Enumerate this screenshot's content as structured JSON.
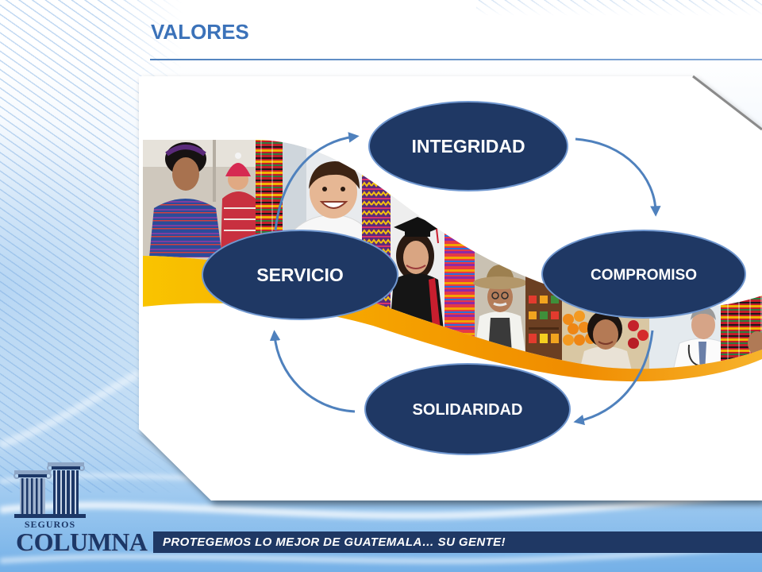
{
  "slide": {
    "title": "VALORES",
    "footer_text": "PROTEGEMOS LO MEJOR DE GUATEMALA… SU GENTE!"
  },
  "logo": {
    "line1": "SEGUROS",
    "line2": "COLUMNA"
  },
  "diagram": {
    "nodes": [
      {
        "label": "INTEGRIDAD"
      },
      {
        "label": "COMPROMISO"
      },
      {
        "label": "SOLIDARIDAD"
      },
      {
        "label": "SERVICIO"
      }
    ],
    "edges": [
      [
        0,
        1
      ],
      [
        1,
        2
      ],
      [
        2,
        3
      ],
      [
        3,
        0
      ]
    ]
  },
  "icons": {
    "logo_mark": "columns-icon"
  },
  "colors": {
    "title": "#3b72b9",
    "rule": "#4f81bd",
    "node_fill": "#1f3864",
    "node_stroke": "#7097cf",
    "node_text": "#ffffff",
    "arrow": "#4f81bd",
    "footer_bar": "#1f3864",
    "footer_text": "#ffffff",
    "logo": "#1c3767",
    "swoosh": "#f39c12"
  }
}
